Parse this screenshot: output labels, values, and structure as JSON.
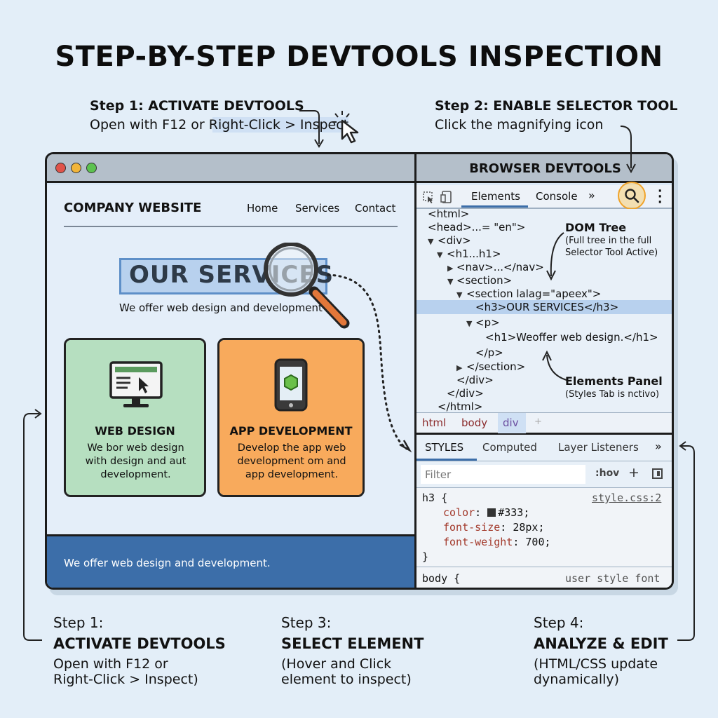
{
  "title": "STEP-BY-STEP DEVTOOLS INSPECTION",
  "top_step1": {
    "heading": "Step 1: ACTIVATE DEVTOOLS",
    "text": "Open with F12 or Right-Click > Inspect"
  },
  "top_step2": {
    "heading": "Step 2: ENABLE SELECTOR TOOL",
    "text": "Click the magnifying icon"
  },
  "site": {
    "brand": "COMPANY WEBSITE",
    "nav": [
      "Home",
      "Services",
      "Contact"
    ],
    "hero_title": "OUR SERVICES",
    "hero_sub": "We offer web design and development.",
    "cards": [
      {
        "title": "WEB DESIGN",
        "text": "We bor web design with design and aut development.",
        "color": "#b6dfc0"
      },
      {
        "title": "APP DEVELOPMENT",
        "text": "Develop the app web development om and app development.",
        "color": "#f8aa5c"
      }
    ],
    "footer": "We offer web design and development."
  },
  "devtools": {
    "header": "BROWSER DEVTOOLS",
    "tabs": [
      "Elements",
      "Console",
      "»"
    ],
    "dom": [
      "<html>",
      "<head>...= \"en\">",
      "<div>",
      "<h1...h1>",
      "<nav>...</nav>",
      "<section>",
      "<section lalag=\"apeex\">",
      "<h3>OUR SERVICES</h3>",
      "<p>",
      "<h1>Weoffer web design.</h1>",
      "</p>",
      "</section>",
      "</div>",
      "</div>",
      "</html>"
    ],
    "ann_dom_title": "DOM Tree",
    "ann_dom_text1": "(Full tree in the full",
    "ann_dom_text2": "Selector Tool Active)",
    "ann_el_title": "Elements Panel",
    "ann_el_text": "(Styles Tab is nctivo)",
    "breadcrumb": [
      "html",
      "body",
      "div",
      "+"
    ],
    "style_tabs": [
      "STYLES",
      "Computed",
      "Layer Listeners",
      "»"
    ],
    "filter_placeholder": "Filter",
    "hov": ":hov",
    "plus": "+",
    "css_selector": "h3 {",
    "css_source": "style.css:2",
    "css_props": [
      {
        "prop": "color",
        "value": "#333;"
      },
      {
        "prop": "font-size",
        "value": "28px;"
      },
      {
        "prop": "font-weight",
        "value": "700;"
      }
    ],
    "css_close": "}",
    "body_rule": "body {",
    "user_style": "user style font"
  },
  "bottom_steps": [
    {
      "heading": "Step 1:",
      "sub": "ACTIVATE DEVTOOLS",
      "text1": "Open with F12 or",
      "text2": "Right-Click > Inspect)"
    },
    {
      "heading": "Step 3:",
      "sub": "SELECT ELEMENT",
      "text1": "(Hover and Click",
      "text2": "element to inspect)"
    },
    {
      "heading": "Step 4:",
      "sub": "ANALYZE & EDIT",
      "text1": "(HTML/CSS update",
      "text2": "dynamically)"
    }
  ]
}
